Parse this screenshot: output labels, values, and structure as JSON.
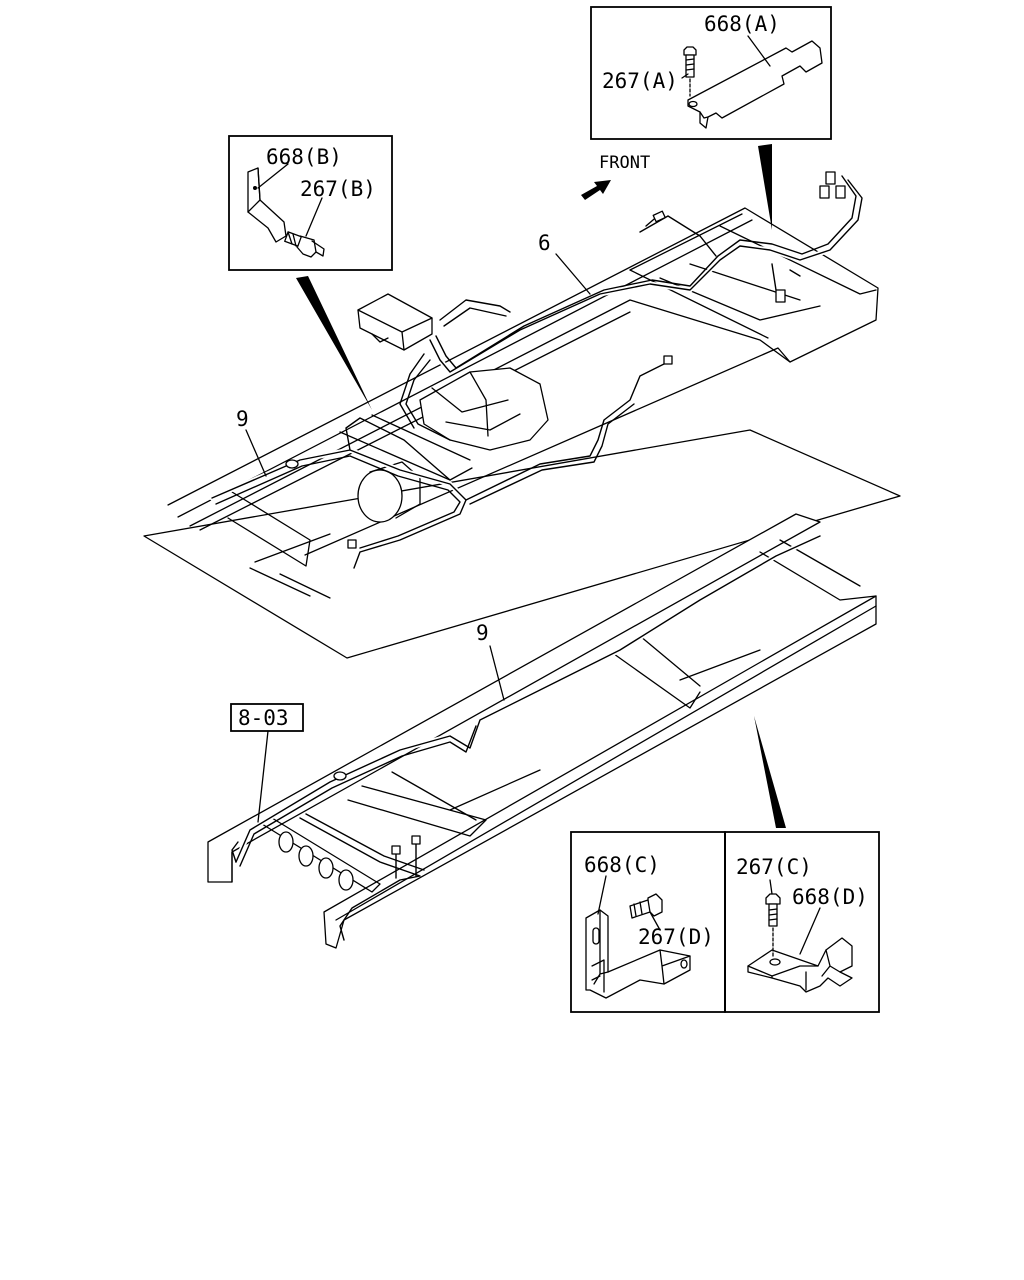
{
  "labels": {
    "front": "FRONT",
    "harness_6": "6",
    "harness_9_upper": "9",
    "harness_9_lower": "9",
    "ref_8_03": "8-03"
  },
  "inset_a": {
    "bracket": "668(A)",
    "bolt": "267(A)"
  },
  "inset_b": {
    "bracket": "668(B)",
    "bolt": "267(B)"
  },
  "inset_c": {
    "bracket": "668(C)",
    "bolt": "267(D)"
  },
  "inset_d": {
    "bolt": "267(C)",
    "bracket": "668(D)"
  }
}
